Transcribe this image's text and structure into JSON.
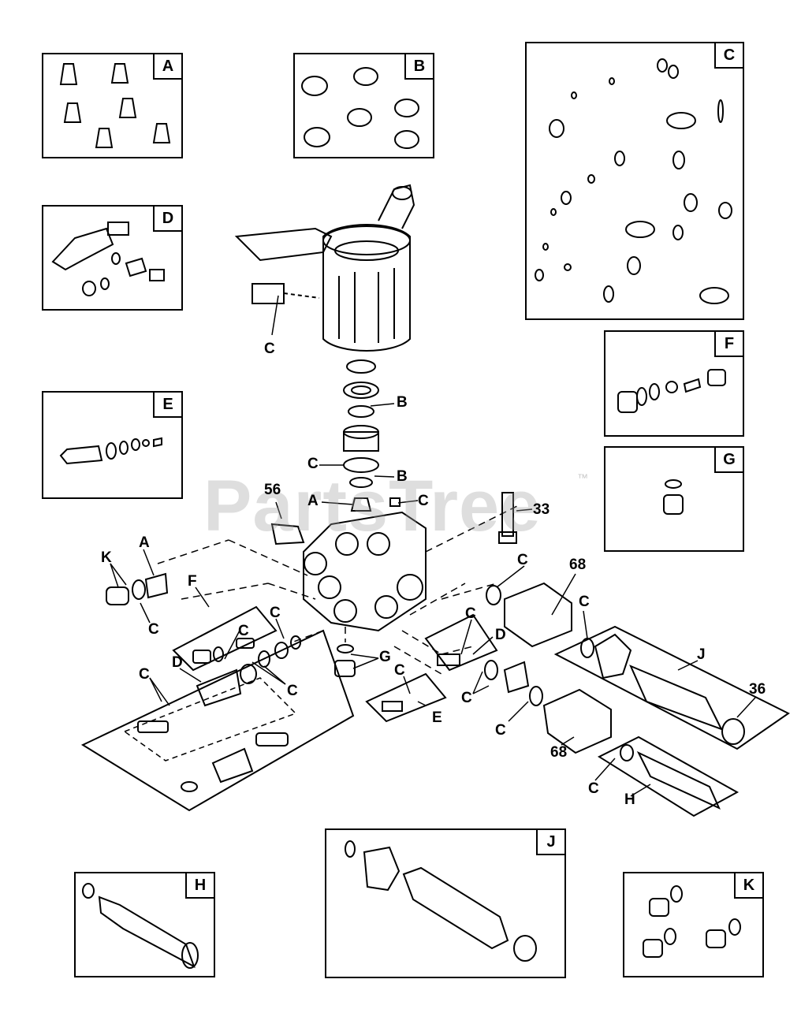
{
  "watermark": {
    "brand": "PartsTree",
    "trademark": "™"
  },
  "kit_boxes": [
    {
      "id": "A",
      "tag": "A"
    },
    {
      "id": "B",
      "tag": "B"
    },
    {
      "id": "C",
      "tag": "C"
    },
    {
      "id": "D",
      "tag": "D"
    },
    {
      "id": "E",
      "tag": "E"
    },
    {
      "id": "F",
      "tag": "F"
    },
    {
      "id": "G",
      "tag": "G"
    },
    {
      "id": "H",
      "tag": "H"
    },
    {
      "id": "J",
      "tag": "J"
    },
    {
      "id": "K",
      "tag": "K"
    }
  ],
  "callouts": {
    "c_top": "C",
    "b1": "B",
    "c_ring": "C",
    "b2": "B",
    "a_mid": "A",
    "c_mid": "C",
    "p56": "56",
    "p33": "33",
    "k_left": "K",
    "a_left": "A",
    "c_left": "C",
    "f_grp": "F",
    "c_f": "C",
    "c_dgrp": "C",
    "d_left": "D",
    "c_d1": "C",
    "c_d2": "C",
    "c_ctr": "C",
    "d_ctr": "D",
    "g_ctr": "G",
    "c_e": "C",
    "e_ctr": "E",
    "c_68a": "C",
    "p68a": "68",
    "c_j": "C",
    "j_grp": "J",
    "p36": "36",
    "c_pair": "C",
    "c_68b": "C",
    "p68b": "68",
    "c_h": "C",
    "h_grp": "H"
  }
}
